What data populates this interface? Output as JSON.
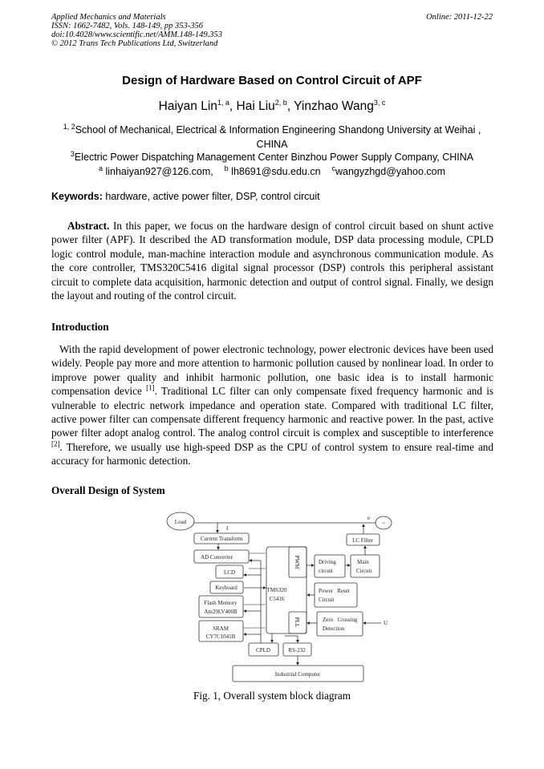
{
  "header": {
    "journal": "Applied Mechanics and Materials",
    "issn": "ISSN: 1662-7482, Vols. 148-149, pp 353-356",
    "doi": "doi:10.4028/www.scientific.net/AMM.148-149.353",
    "copyright": "© 2012 Trans Tech Publications Ltd, Switzerland",
    "online": "Online: 2011-12-22"
  },
  "title": "Design of Hardware Based on Control Circuit of APF",
  "authors": [
    {
      "name": "Haiyan Lin",
      "sup": "1, a"
    },
    {
      "name": "Hai Liu",
      "sup": "2, b"
    },
    {
      "name": "Yinzhao Wang",
      "sup": "3, c"
    }
  ],
  "affiliations": {
    "a1_sup": "1, 2",
    "a1": "School of Mechanical, Electrical & Information Engineering Shandong University at Weihai ,",
    "a1_cont": "CHINA",
    "a3_sup": "3",
    "a3": "Electric Power Dispatching Management Center Binzhou Power Supply Company, CHINA"
  },
  "emails": [
    {
      "sup": "a",
      "addr": "linhaiyan927@126.com,"
    },
    {
      "sup": "b",
      "addr": "lh8691@sdu.edu.cn"
    },
    {
      "sup": "c",
      "addr": "wangyzhgd@yahoo.com"
    }
  ],
  "keywords": {
    "label": "Keywords:",
    "text": "hardware, active power filter, DSP, control circuit"
  },
  "abstract": {
    "label": "Abstract.",
    "text": "In this paper, we focus on the hardware design of control circuit based on shunt active power filter (APF). It described the AD transformation module, DSP data processing module, CPLD logic control module, man-machine interaction module and asynchronous communication module. As the core controller, TMS320C5416 digital signal processor (DSP) controls this peripheral assistant circuit to complete data acquisition, harmonic detection and output of control signal. Finally, we design the layout and routing of the control circuit."
  },
  "introduction": {
    "heading": "Introduction",
    "p1": "With the rapid development of power electronic technology, power electronic devices have been used widely. People pay more and more attention to harmonic pollution caused by nonlinear load. In order to improve power quality and inhibit harmonic pollution, one basic idea is to install harmonic compensation device",
    "ref1": "[1]",
    "p2": ". Traditional LC filter can only compensate fixed frequency harmonic and is vulnerable to electric network impedance and operation state. Compared with traditional LC filter, active power filter can compensate different frequency harmonic and reactive power. In the past, active power filter adopt analog control. The analog control circuit is complex and susceptible to interference",
    "ref2": "[2]",
    "p3": ". Therefore, we usually use high-speed DSP as the CPU of control system to ensure real-time and accuracy for harmonic detection."
  },
  "overall": {
    "heading": "Overall Design of System"
  },
  "figure": {
    "load": "Load",
    "source": "~",
    "e": "e",
    "i": "I",
    "u": "U",
    "current_transform": "Current Transform",
    "ad": "AD Converter",
    "lcd": "LCD",
    "keyboard": "Keyboard",
    "flash1": "Flash Memory",
    "flash2": "Am29LV400B",
    "sram1": "SRAM",
    "sram2": "CY7C1041B",
    "dsp1": "TMS320",
    "dsp2": "C5416",
    "pwm": "PWM",
    "pll": "PLL",
    "driving1": "Driving",
    "driving2": "circuit",
    "main1": "Main",
    "main2": "Circuit",
    "lc": "LC Filter",
    "reset1": "Power   Reset",
    "reset2": "Circuit",
    "zero1": "Zero   Crossing",
    "zero2": "Detection",
    "cpld": "CPLD",
    "rs232": "RS-232",
    "pc": "Industrial Computer",
    "caption": "Fig. 1, Overall system block diagram"
  }
}
